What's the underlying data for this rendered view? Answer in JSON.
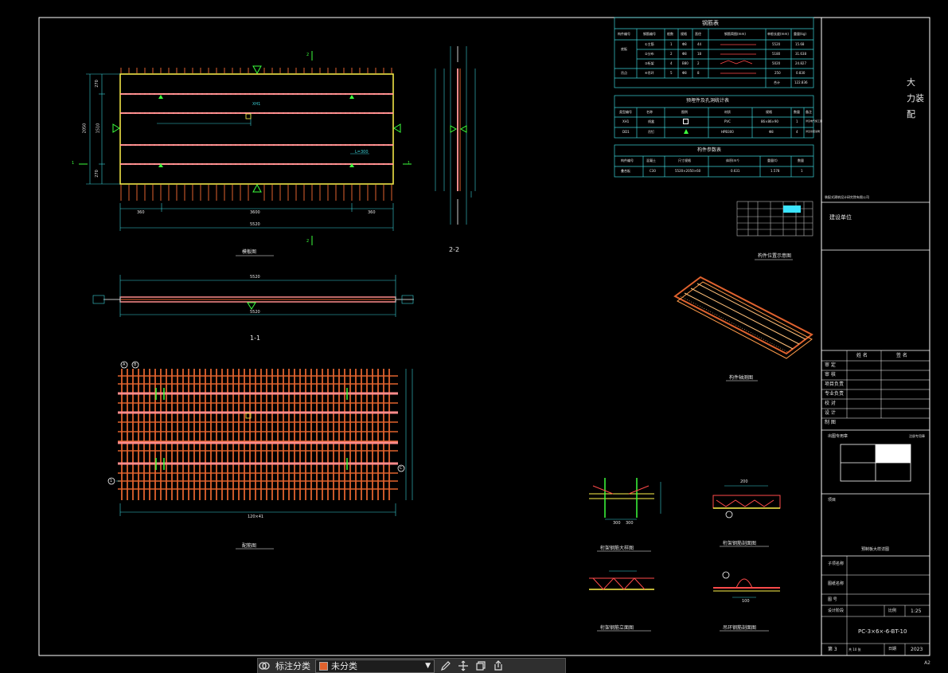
{
  "sheet": {
    "title_block": {
      "vertical_title": [
        "大",
        "力装",
        "配"
      ],
      "small_note": "装配式建筑设计研究院有限公司",
      "project_label": "建设单位",
      "sign_headers": [
        "姓 名",
        "签 名"
      ],
      "sign_rows": [
        "审 定",
        "审 核",
        "项目负责",
        "专业负责",
        "校 对",
        "设 计",
        "制 图"
      ],
      "stamp_label": "出图专用章",
      "stamp_right": "注册专用章",
      "project_name_label": "项目",
      "drawing_title": "预制板大样详图",
      "info_rows": [
        "子项名称",
        "图纸名称",
        "图 号",
        "设计阶段"
      ],
      "scale_label": "比例",
      "scale_value": "1:25",
      "drawing_no": "PC-3×6×-6-BT-10",
      "page_label": "第 3",
      "page_sub": "共 10 张",
      "date_label": "日期",
      "year": "2023"
    },
    "tables": {
      "rebar_title": "钢筋表",
      "rebar_headers": [
        "构件编号",
        "钢筋编号",
        "根数",
        "规格",
        "直径",
        "钢筋简图(mm)",
        "单根长度(mm)",
        "重量(kg)"
      ],
      "rebar_rows": [
        [
          "底板",
          "①主筋",
          "1",
          "Φ8",
          "44",
          "5520",
          "15.68"
        ],
        [
          "",
          "②分布",
          "2",
          "Φ8",
          "18",
          "5180",
          "31.638"
        ],
        [
          "",
          "③桁架",
          "4",
          "B80",
          "2",
          "5020",
          "24.827"
        ],
        [
          "吊点",
          "④吊环",
          "5",
          "Φ8",
          "8",
          "250",
          "0.830"
        ]
      ],
      "rebar_total_label": "合计",
      "rebar_total": "122.836",
      "embed_title": "预埋件及孔洞统计表",
      "embed_headers": [
        "类型编号",
        "名称",
        "图例",
        "材质",
        "规格",
        "数量",
        "备注"
      ],
      "embed_rows": [
        [
          "XH1",
          "线盒",
          "PVC",
          "86×86×90",
          "1",
          "详见电气施工图"
        ],
        [
          "DD1",
          "吊钉",
          "HPB300",
          "Φ8",
          "4",
          "详见吊装说明"
        ]
      ],
      "param_title": "构件参数表",
      "param_headers": [
        "构件编号",
        "混凝土",
        "尺寸规格",
        "体积(m³)",
        "重量(t)",
        "数量"
      ],
      "param_row": [
        "叠合板",
        "C30",
        "5520×2050×60",
        "0.631",
        "1.578",
        "1"
      ]
    },
    "captions": {
      "plan_top": "模板图",
      "sec22": "2-2",
      "sec11": "1-1",
      "rebar_plan": "配筋图",
      "key_plan": "构件位置示意图",
      "iso": "构件轴测图",
      "detail1": "桁架钢筋大样图",
      "detail2": "桁架钢筋剖面图",
      "detail3": "桁架钢筋立面图",
      "detail4": "吊环钢筋剖面图"
    },
    "dims": {
      "top_total": "5520",
      "seg_left": "360",
      "seg_mid": "3600",
      "seg_right": "360",
      "height_total": "2050",
      "h1": "270",
      "h2": "1510",
      "h3": "270",
      "sec_len": "5520",
      "sec_len_b": "5520",
      "rebar_len": "120×41",
      "d300a": "300",
      "d300b": "300",
      "d200": "200",
      "d100": "100"
    },
    "markers": {
      "a": "A",
      "b": "B",
      "c": "C",
      "one": "1",
      "two": "2",
      "sec_mark": "1"
    },
    "embed_note": "L=300",
    "embed_note2": "XH1"
  },
  "toolbar": {
    "annotate_label": "标注分类",
    "layer_label": "未分类",
    "dropdown_icon": "chevron-down-icon",
    "icons": [
      "layers-icon",
      "edit-icon",
      "move-icon",
      "copy-icon",
      "export-icon"
    ]
  },
  "page_mark": "A2",
  "colors": {
    "frame": "#ffffff",
    "rebar_orange": "#e0622e",
    "rebar_pink": "#ff8c8c",
    "dim_cyan": "#3ad0d6",
    "green_mark": "#3cff3c",
    "yellow": "#fff34a",
    "table_line": "#3ad0d6"
  }
}
